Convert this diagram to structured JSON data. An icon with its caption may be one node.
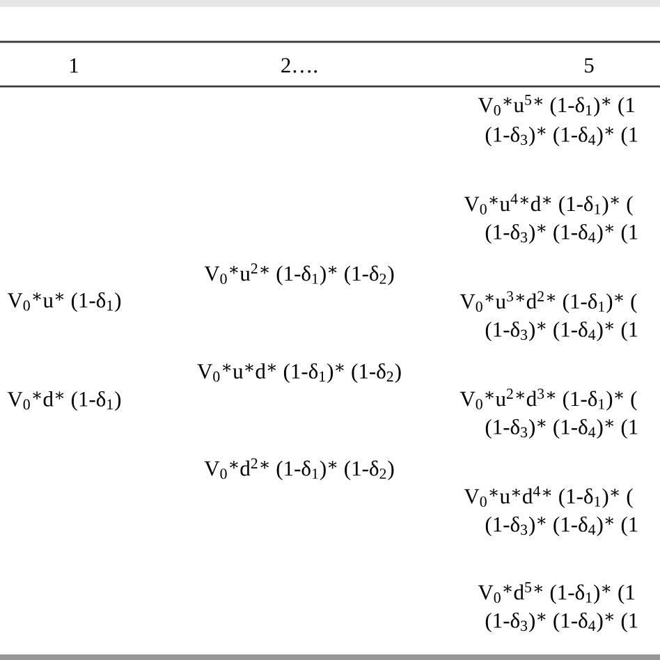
{
  "diagram": {
    "labels": [
      "1",
      "2….",
      "5",
      "V$_{0}$∗u$^{5}$∗ (1-δ$_{1}$)∗ (1",
      "(1-δ$_{3}$)∗ (1-δ$_{4}$)∗ (1",
      "V$_{0}$∗u$^{4}$∗d∗ (1-δ$_{1}$)∗ (",
      "(1-δ$_{3}$)∗ (1-δ$_{4}$)∗ (1",
      "V$_{0}$∗u$^{2}$∗ (1-δ$_{1}$)∗ (1-δ$_{2}$)",
      "V$_{0}$∗u∗ (1-δ$_{1}$)",
      "V$_{0}$∗u$^{3}$∗d$^{2}$∗ (1-δ$_{1}$)∗ (",
      "(1-δ$_{3}$)∗ (1-δ$_{4}$)∗ (1",
      "V$_{0}$∗u∗d∗ (1-δ$_{1}$)∗ (1-δ$_{2}$)",
      "V$_{0}$∗d∗ (1-δ$_{1}$)",
      "V$_{0}$∗u$^{2}$∗d$^{3}$∗ (1-δ$_{1}$)∗ (",
      "(1-δ$_{3}$)∗ (1-δ$_{4}$)∗ (1",
      "V$_{0}$∗d$^{2}$∗ (1-δ$_{1}$)∗ (1-δ$_{2}$)",
      "V$_{0}$∗u∗d$^{4}$∗ (1-δ$_{1}$)∗ (",
      "(1-δ$_{3}$)∗ (1-δ$_{4}$)∗ (1",
      "V$_{0}$∗d$^{5}$∗ (1-δ$_{1}$)∗ (1",
      "(1-δ$_{3}$)∗ (1-δ$_{4}$)∗ (1"
    ]
  }
}
